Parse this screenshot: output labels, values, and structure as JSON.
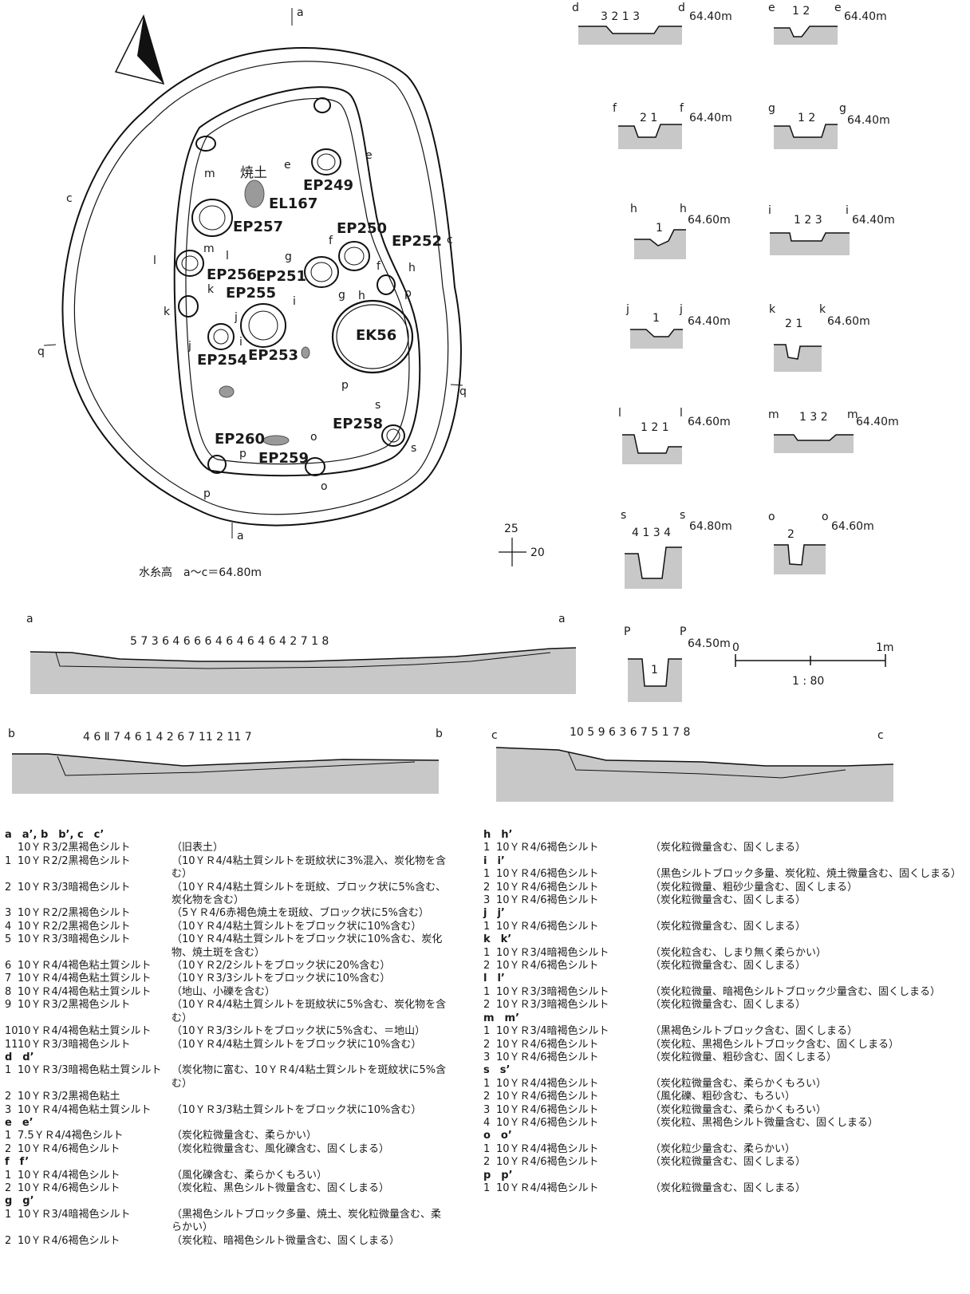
{
  "plan": {
    "ep_labels": [
      "EP249",
      "EP250",
      "EP251",
      "EP252",
      "EP253",
      "EP254",
      "EP255",
      "EP256",
      "EP257",
      "EP258",
      "EP259",
      "EP260"
    ],
    "ek_label": "EK56",
    "el_label": "EL167",
    "yakido_label": "焼土",
    "grid_n": "25",
    "grid_e": "20",
    "elevation_note": "水糸高　a～c＝64.80m"
  },
  "sections": {
    "d": {
      "left": "d",
      "right": "d",
      "elev": "64.40m",
      "layers": "3 2 1  3"
    },
    "e": {
      "left": "e",
      "right": "e",
      "elev": "64.40m",
      "layers": "1 2"
    },
    "f": {
      "left": "f",
      "right": "f",
      "elev": "64.40m",
      "layers": "2 1"
    },
    "g": {
      "left": "g",
      "right": "g",
      "elev": "64.40m",
      "layers": "1 2"
    },
    "h": {
      "left": "h",
      "right": "h",
      "elev": "64.60m",
      "layers": "1"
    },
    "i": {
      "left": "i",
      "right": "i",
      "elev": "64.40m",
      "layers": "1 2 3"
    },
    "j": {
      "left": "j",
      "right": "j",
      "elev": "64.40m",
      "layers": "1"
    },
    "k": {
      "left": "k",
      "right": "k",
      "elev": "64.60m",
      "layers": "2 1"
    },
    "l": {
      "left": "l",
      "right": "l",
      "elev": "64.60m",
      "layers": "1 2 1"
    },
    "m": {
      "left": "m",
      "right": "m",
      "elev": "64.40m",
      "layers": "1 3 2"
    },
    "s": {
      "left": "s",
      "right": "s",
      "elev": "64.80m",
      "layers": "4 1 3 4"
    },
    "o": {
      "left": "o",
      "right": "o",
      "elev": "64.60m",
      "layers": "2"
    },
    "p": {
      "left": "P",
      "right": "P",
      "elev": "64.50m",
      "layers": "1"
    }
  },
  "scale": {
    "zero": "0",
    "one": "1m",
    "ratio": "1 : 80"
  },
  "long_sections": {
    "a": {
      "left": "a",
      "right": "a",
      "nums": "5 7   3 6 4  6   6   6 4  6  4 6 4 6 4 2 7   1   8"
    },
    "b": {
      "left": "b",
      "right": "b",
      "nums": "4  6   Ⅱ   7   4  6 1 4   2 6   7 11  2   11 7"
    },
    "c": {
      "left": "c",
      "right": "c",
      "nums": "10 5   9   6   3  6   7  5   1   7   8"
    }
  },
  "legend_left": {
    "groups": [
      {
        "title": "a　a’, b　b’, c　c’",
        "rows": [
          [
            "",
            "10ＹＲ3/2黒褐色シルト",
            "（旧表土）"
          ],
          [
            "1",
            "10ＹＲ2/2黒褐色シルト",
            "（10ＹＲ4/4粘土質シルトを斑紋状に3%混入、炭化物を含む）"
          ],
          [
            "2",
            "10ＹＲ3/3暗褐色シルト",
            "（10ＹＲ4/4粘土質シルトを斑紋、ブロック状に5%含む、炭化物を含む）"
          ],
          [
            "3",
            "10ＹＲ2/2黒褐色シルト",
            "（5ＹＲ4/6赤褐色焼土を斑紋、ブロック状に5%含む）"
          ],
          [
            "4",
            "10ＹＲ2/2黒褐色シルト",
            "（10ＹＲ4/4粘土質シルトをブロック状に10%含む）"
          ],
          [
            "5",
            "10ＹＲ3/3暗褐色シルト",
            "（10ＹＲ4/4粘土質シルトをブロック状に10%含む、炭化物、焼土斑を含む）"
          ],
          [
            "6",
            "10ＹＲ4/4褐色粘土質シルト",
            "（10ＹＲ2/2シルトをブロック状に20%含む）"
          ],
          [
            "7",
            "10ＹＲ4/4褐色粘土質シルト",
            "（10ＹＲ3/3シルトをブロック状に10%含む）"
          ],
          [
            "8",
            "10ＹＲ4/4褐色粘土質シルト",
            "（地山、小礫を含む）"
          ],
          [
            "9",
            "10ＹＲ3/2黒褐色シルト",
            "（10ＹＲ4/4粘土質シルトを斑紋状に5%含む、炭化物を含む）"
          ],
          [
            "10",
            "10ＹＲ4/4褐色粘土質シルト",
            "（10ＹＲ3/3シルトをブロック状に5%含む、＝地山）"
          ],
          [
            "11",
            "10ＹＲ3/3暗褐色シルト",
            "（10ＹＲ4/4粘土質シルトをブロック状に10%含む）"
          ]
        ]
      },
      {
        "title": "d　d’",
        "rows": [
          [
            "1",
            "10ＹＲ3/3暗褐色粘土質シルト",
            "（炭化物に富む、10ＹＲ4/4粘土質シルトを斑紋状に5%含む）"
          ],
          [
            "2",
            "10ＹＲ3/2黒褐色粘土",
            ""
          ],
          [
            "3",
            "10ＹＲ4/4褐色粘土質シルト",
            "（10ＹＲ3/3粘土質シルトをブロック状に10%含む）"
          ]
        ]
      },
      {
        "title": "e　e’",
        "rows": [
          [
            "1",
            "7.5ＹＲ4/4褐色シルト",
            "（炭化粒微量含む、柔らかい）"
          ],
          [
            "2",
            "10ＹＲ4/6褐色シルト",
            "（炭化粒微量含む、風化礫含む、固くしまる）"
          ]
        ]
      },
      {
        "title": "f　f’",
        "rows": [
          [
            "1",
            "10ＹＲ4/4褐色シルト",
            "（風化礫含む、柔らかくもろい）"
          ],
          [
            "2",
            "10ＹＲ4/6褐色シルト",
            "（炭化粒、黒色シルト微量含む、固くしまる）"
          ]
        ]
      },
      {
        "title": "g　g’",
        "rows": [
          [
            "1",
            "10ＹＲ3/4暗褐色シルト",
            "（黒褐色シルトブロック多量、焼土、炭化粒微量含む、柔らかい）"
          ],
          [
            "2",
            "10ＹＲ4/6褐色シルト",
            "（炭化粒、暗褐色シルト微量含む、固くしまる）"
          ]
        ]
      }
    ]
  },
  "legend_right": {
    "groups": [
      {
        "title": "h　h’",
        "rows": [
          [
            "1",
            "10ＹＲ4/6褐色シルト",
            "（炭化粒微量含む、固くしまる）"
          ]
        ]
      },
      {
        "title": "i　i’",
        "rows": [
          [
            "1",
            "10ＹＲ4/6褐色シルト",
            "（黒色シルトブロック多量、炭化粒、焼土微量含む、固くしまる）"
          ],
          [
            "2",
            "10ＹＲ4/6褐色シルト",
            "（炭化粒微量、粗砂少量含む、固くしまる）"
          ],
          [
            "3",
            "10ＹＲ4/6褐色シルト",
            "（炭化粒微量含む、固くしまる）"
          ]
        ]
      },
      {
        "title": "j　j’",
        "rows": [
          [
            "1",
            "10ＹＲ4/6褐色シルト",
            "（炭化粒微量含む、固くしまる）"
          ]
        ]
      },
      {
        "title": "k　k’",
        "rows": [
          [
            "1",
            "10ＹＲ3/4暗褐色シルト",
            "（炭化粒含む、しまり無く柔らかい）"
          ],
          [
            "2",
            "10ＹＲ4/6褐色シルト",
            "（炭化粒微量含む、固くしまる）"
          ]
        ]
      },
      {
        "title": "l　l’",
        "rows": [
          [
            "1",
            "10ＹＲ3/3暗褐色シルト",
            "（炭化粒微量、暗褐色シルトブロック少量含む、固くしまる）"
          ],
          [
            "2",
            "10ＹＲ3/3暗褐色シルト",
            "（炭化粒微量含む、固くしまる）"
          ]
        ]
      },
      {
        "title": "m　m’",
        "rows": [
          [
            "1",
            "10ＹＲ3/4暗褐色シルト",
            "（黒褐色シルトブロック含む、固くしまる）"
          ],
          [
            "2",
            "10ＹＲ4/6褐色シルト",
            "（炭化粒、黒褐色シルトブロック含む、固くしまる）"
          ],
          [
            "3",
            "10ＹＲ4/6褐色シルト",
            "（炭化粒微量、粗砂含む、固くしまる）"
          ]
        ]
      },
      {
        "title": "s　s’",
        "rows": [
          [
            "1",
            "10ＹＲ4/4褐色シルト",
            "（炭化粒微量含む、柔らかくもろい）"
          ],
          [
            "2",
            "10ＹＲ4/6褐色シルト",
            "（風化礫、粗砂含む、もろい）"
          ],
          [
            "3",
            "10ＹＲ4/6褐色シルト",
            "（炭化粒微量含む、柔らかくもろい）"
          ],
          [
            "4",
            "10ＹＲ4/6褐色シルト",
            "（炭化粒、黒褐色シルト微量含む、固くしまる）"
          ]
        ]
      },
      {
        "title": "o　o’",
        "rows": [
          [
            "1",
            "10ＹＲ4/4褐色シルト",
            "（炭化粒少量含む、柔らかい）"
          ],
          [
            "2",
            "10ＹＲ4/6褐色シルト",
            "（炭化粒微量含む、固くしまる）"
          ]
        ]
      },
      {
        "title": "p　p’",
        "rows": [
          [
            "1",
            "10ＹＲ4/4褐色シルト",
            "（炭化粒微量含む、固くしまる）"
          ]
        ]
      }
    ]
  }
}
